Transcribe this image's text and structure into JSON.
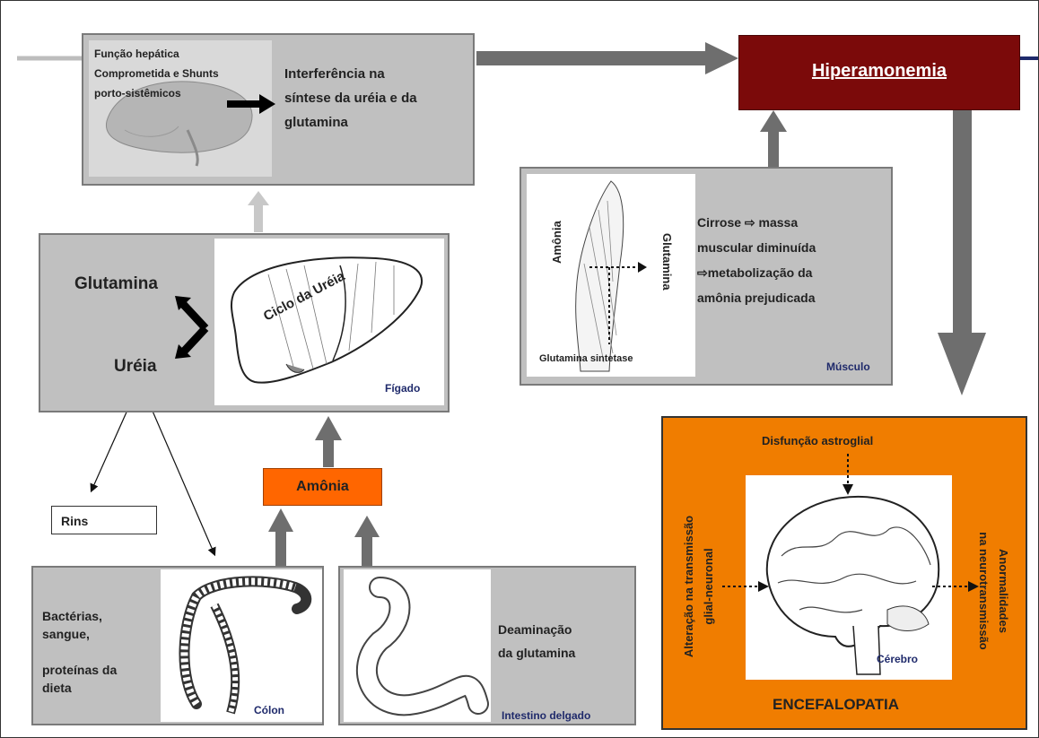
{
  "title_box": {
    "label": "Hiperamonemia",
    "bg": "#7b0a0a"
  },
  "liver_impairment": {
    "label": "Função hepática\nComprometida e Shunts\nporto-sistêmicos",
    "effect": "Interferência na\nsíntese da uréia e da\nglutamina"
  },
  "liver_cycle": {
    "glutamine": "Glutamina",
    "urea": "Uréia",
    "cycle_label": "Ciclo da Uréia",
    "organ": "Fígado"
  },
  "muscle": {
    "ammonia": "Amônia",
    "glutamine": "Glutamina",
    "enzyme": "Glutamina sintetase",
    "description": "Cirrose ⇨ massa\nmuscular diminuída\n⇨metabolização da\namônia prejudicada",
    "organ": "Músculo"
  },
  "ammonia_box": {
    "label": "Amônia",
    "bg": "#ff6600"
  },
  "kidneys": {
    "label": "Rins"
  },
  "colon": {
    "description": "Bactérias,\nsangue,\n\nproteínas da\ndieta",
    "organ": "Cólon"
  },
  "small_intestine": {
    "description": "Deaminação\nda glutamina",
    "organ": "Intestino delgado"
  },
  "brain": {
    "top": "Disfunção astroglial",
    "left": "Alteração na transmissão\nglial-neuronal",
    "right": "Anormalidades\nna neurotransmissão",
    "organ": "Cérebro",
    "result": "ENCEFALOPATIA",
    "bg": "#f07d00"
  },
  "colors": {
    "gray_box": "#c0c0c0",
    "arrow": "#6e6e6e",
    "light_arrow": "#c8c8c8",
    "navy": "#1f2a6b"
  }
}
